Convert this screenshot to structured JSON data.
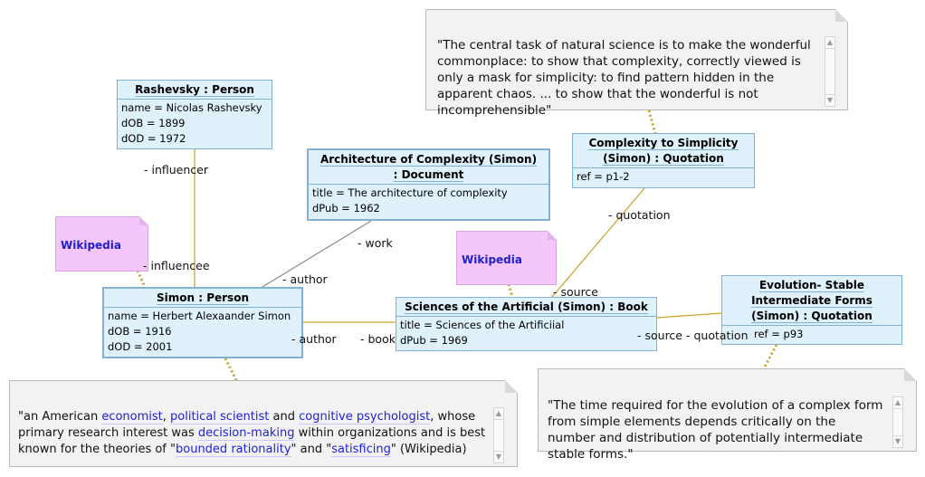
{
  "objects": {
    "rashevsky": {
      "title": "Rashevsky : Person",
      "attrs": [
        "name = Nicolas Rashevsky",
        "dOB = 1899",
        "dOD = 1972"
      ]
    },
    "document": {
      "title_line1": "Architecture of Complexity (Simon)",
      "title_line2": ": Document",
      "attrs": [
        "title = The architecture of complexity",
        "dPub = 1962"
      ]
    },
    "complexity_quote": {
      "title_line1": "Complexity to Simplicity",
      "title_line2": "(Simon) : Quotation",
      "attrs": [
        "ref = p1-2"
      ]
    },
    "simon": {
      "title": "Simon : Person",
      "attrs": [
        "name = Herbert Alexaander Simon",
        "dOB = 1916",
        "dOD = 2001"
      ]
    },
    "book": {
      "title": "Sciences of the Artificial (Simon) : Book",
      "attrs": [
        "title = Sciences of the Artificiial",
        "dPub = 1969"
      ]
    },
    "evolution_quote": {
      "title_line1": "Evolution- Stable",
      "title_line2": "Intermediate Forms",
      "title_line3": "(Simon) : Quotation",
      "attrs": [
        "ref = p93"
      ]
    }
  },
  "notes": {
    "top": {
      "text": "\"The central task of natural science is to make the wonderful commonplace: to show that complexity, correctly viewed is only a mask for simplicity: to find pattern hidden in the apparent chaos. ... to show that the wonderful is not incomprehensible\""
    },
    "bottom_right": {
      "text": "\"The time required for the evolution of a complex form from simple elements depends critically on the number and distribution of potentially intermediate stable forms.\""
    },
    "simon": {
      "t1": "\"an American ",
      "l1": "economist",
      "t2": ", ",
      "l2": "political scientist",
      "t3": " and ",
      "l3": "cognitive psychologist",
      "t4": ", whose primary research interest was ",
      "l4": "decision-making",
      "t5": " within organizations and is best known for the theories of \"",
      "l5": "bounded rationality",
      "t6": "\" and \"",
      "l6": "satisficing",
      "t7": "\" (Wikipedia)"
    }
  },
  "wiki_notes": {
    "left": "Wikipedia",
    "center": "Wikipedia"
  },
  "roles": {
    "influencer": "- influencer",
    "influencee": "- influencee",
    "work": "- work",
    "author_doc": "- author",
    "author_book": "- author",
    "book": "- book",
    "quotation_top": "- quotation",
    "source_top": "- source",
    "source_right": "- source",
    "quotation_right": "- quotation"
  },
  "colors": {
    "object_fill": "#dff1fb",
    "object_border": "#7fb2d6",
    "link_line": "#c9a227",
    "note_fill": "#f2f2f2",
    "wiki_fill": "#f5c6fb"
  }
}
